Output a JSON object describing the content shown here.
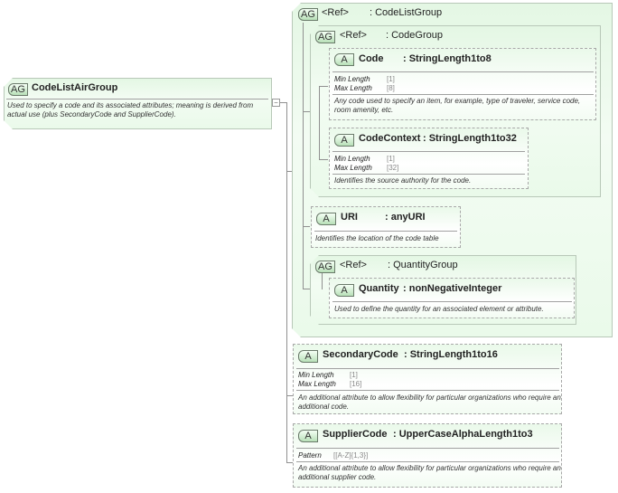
{
  "root": {
    "badge": "AG",
    "name": "CodeListAirGroup",
    "description": "Used to specify a code and its associated attributes; meaning is derived from actual use (plus SecondaryCode and SupplierCode).",
    "collapse_symbol": "−"
  },
  "code_list_group": {
    "badge": "AG",
    "ref": "<Ref>",
    "type": ": CodeListGroup"
  },
  "code_group": {
    "badge": "AG",
    "ref": "<Ref>",
    "type": ": CodeGroup"
  },
  "code": {
    "badge": "A",
    "name": "Code",
    "type": ": StringLength1to8",
    "props": [
      {
        "label": "Min Length",
        "value": "[1]"
      },
      {
        "label": "Max Length",
        "value": "[8]"
      }
    ],
    "description": "Any code used to specify an item, for example, type of traveler, service code, room amenity, etc."
  },
  "code_context": {
    "badge": "A",
    "name": "CodeContext",
    "type": ": StringLength1to32",
    "props": [
      {
        "label": "Min Length",
        "value": "[1]"
      },
      {
        "label": "Max Length",
        "value": "[32]"
      }
    ],
    "description": "Identifies the source authority for the code."
  },
  "uri": {
    "badge": "A",
    "name": "URI",
    "type": ": anyURI",
    "description": "Identifies the location of the code table"
  },
  "quantity_group": {
    "badge": "AG",
    "ref": "<Ref>",
    "type": ": QuantityGroup"
  },
  "quantity": {
    "badge": "A",
    "name": "Quantity",
    "type": ": nonNegativeInteger",
    "description": "Used to define the quantity for an associated element or attribute."
  },
  "secondary_code": {
    "badge": "A",
    "name": "SecondaryCode",
    "type": ": StringLength1to16",
    "props": [
      {
        "label": "Min Length",
        "value": "[1]"
      },
      {
        "label": "Max Length",
        "value": "[16]"
      }
    ],
    "description": "An additional attribute to allow flexibility for particular organizations who require an additional code."
  },
  "supplier_code": {
    "badge": "A",
    "name": "SupplierCode",
    "type": ": UpperCaseAlphaLength1to3",
    "props": [
      {
        "label": "Pattern",
        "value": "[[A-Z]{1,3}]"
      }
    ],
    "description": "An additional attribute to allow flexibility for particular organizations who require an additional supplier code."
  }
}
